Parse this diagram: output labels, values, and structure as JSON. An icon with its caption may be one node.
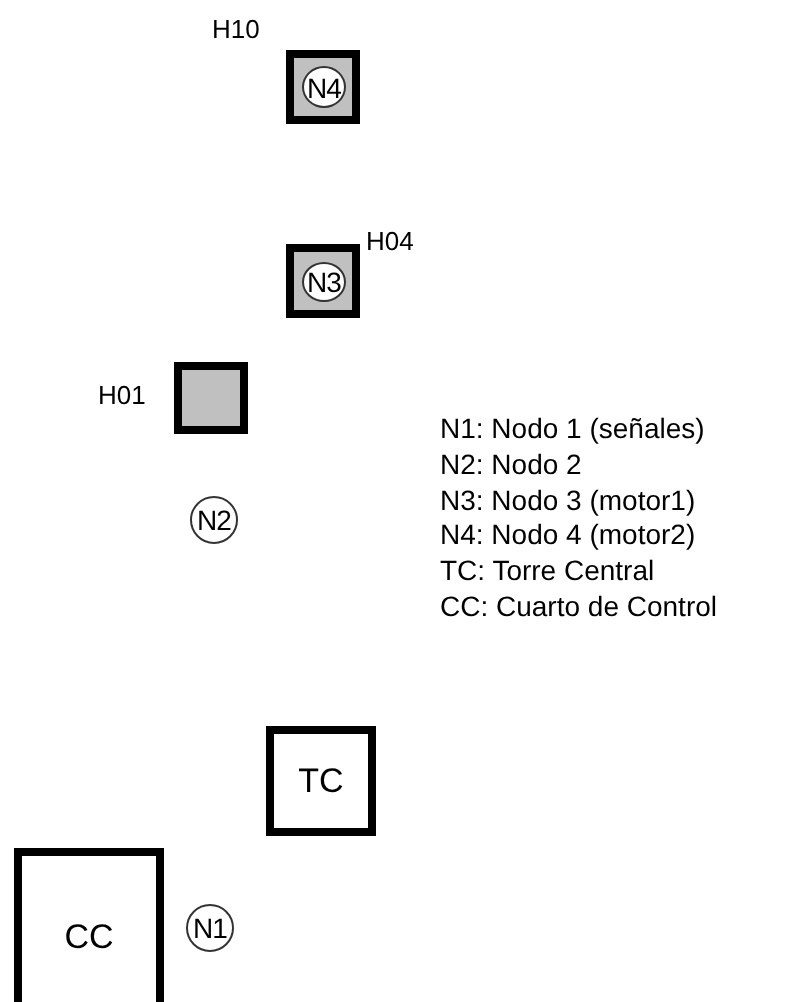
{
  "diagram": {
    "nodes": [
      {
        "text": [],
        "shape": "box",
        "beside": [
          "H10"
        ]
      },
      {
        "text": [
          "N4"
        ],
        "in": 0
      },
      {
        "text": [],
        "shape": "box",
        "beside": [
          "H04"
        ]
      },
      {
        "text": [
          "N3"
        ],
        "in": 2
      },
      {
        "text": [],
        "shape": "box",
        "beside": [
          "H01"
        ]
      },
      {
        "text": [
          "N2"
        ]
      },
      {
        "text": [
          "TC"
        ]
      },
      {
        "text": [
          "CC"
        ]
      },
      {
        "text": [
          "N1"
        ]
      }
    ],
    "labels": [
      "N1: Nodo 1 (señales)",
      "N2: Nodo 2",
      "N3: Nodo 3 (motor1)",
      "N4: Nodo 4 (motor2)",
      "TC: Torre Central",
      "CC: Cuarto de Control"
    ]
  }
}
